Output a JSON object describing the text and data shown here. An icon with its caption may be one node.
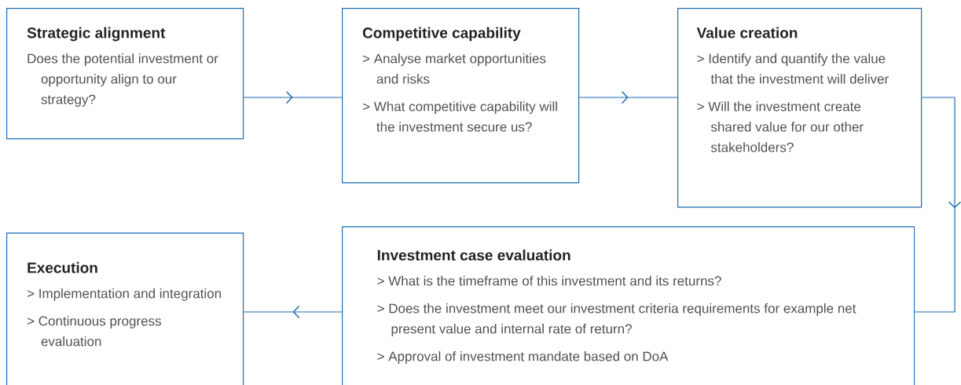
{
  "diagram": {
    "nodes": [
      {
        "text": [
          "Strategic alignment",
          "Does the potential investment or opportunity align to our strategy?"
        ]
      },
      {
        "text": [
          "Competitive capability",
          "> Analyse market opportunities and risks",
          "> What competitive capability will the investment secure us?"
        ]
      },
      {
        "text": [
          "Value creation",
          "> Identify and quantify the value that the investment will deliver",
          "> Will the investment create shared value for our other stakeholders?"
        ]
      },
      {
        "text": [
          "Investment case evaluation",
          "> What is the timeframe of this investment and its returns?",
          "> Does the investment meet our investment criteria requirements for example net present value and internal rate of return?",
          "> Approval of investment mandate based on DoA"
        ]
      },
      {
        "text": [
          "Execution",
          "> Implementation and integration",
          "> Continuous progress evaluation"
        ]
      }
    ],
    "edges": [
      {
        "from": 0,
        "to": 1,
        "arrow": "to"
      },
      {
        "from": 1,
        "to": 2,
        "arrow": "to"
      },
      {
        "from": 2,
        "to": 3,
        "arrow": "to"
      },
      {
        "from": 3,
        "to": 4,
        "arrow": "to"
      }
    ]
  }
}
